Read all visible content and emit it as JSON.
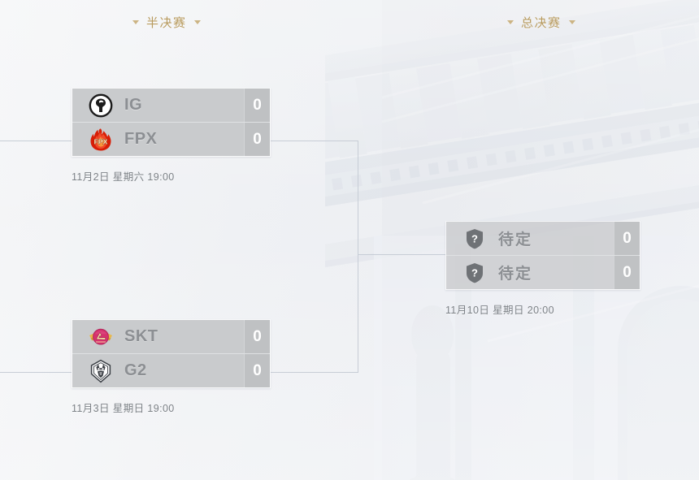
{
  "rounds": [
    {
      "id": "semifinal",
      "label": "半决赛"
    },
    {
      "id": "grandfinal",
      "label": "总决赛"
    }
  ],
  "matches": [
    {
      "id": "semifinal-1",
      "round": "半决赛",
      "date": "11月2日 星期六 19:00",
      "teams": [
        {
          "name": "IG",
          "logo": "ig-logo",
          "score": "0"
        },
        {
          "name": "FPX",
          "logo": "fpx-logo",
          "score": "0"
        }
      ]
    },
    {
      "id": "semifinal-2",
      "round": "半决赛",
      "date": "11月3日 星期日 19:00",
      "teams": [
        {
          "name": "SKT",
          "logo": "skt-logo",
          "score": "0"
        },
        {
          "name": "G2",
          "logo": "g2-logo",
          "score": "0"
        }
      ]
    },
    {
      "id": "grandfinal-1",
      "round": "总决赛",
      "date": "11月10日 星期日 20:00",
      "teams": [
        {
          "name": "待定",
          "logo": "tbd-shield-icon",
          "score": "0"
        },
        {
          "name": "待定",
          "logo": "tbd-shield-icon",
          "score": "0"
        }
      ]
    }
  ],
  "colors": {
    "round_label": "#b79a5e",
    "row_bg": "#c9cbcd",
    "score_bg": "#bfc1c3",
    "team_name": "#8c8f93",
    "score_text": "#ffffff",
    "date_text": "#7d8287",
    "bracket_line": "#c7cdd6",
    "page_bg": "#eef0f3"
  }
}
